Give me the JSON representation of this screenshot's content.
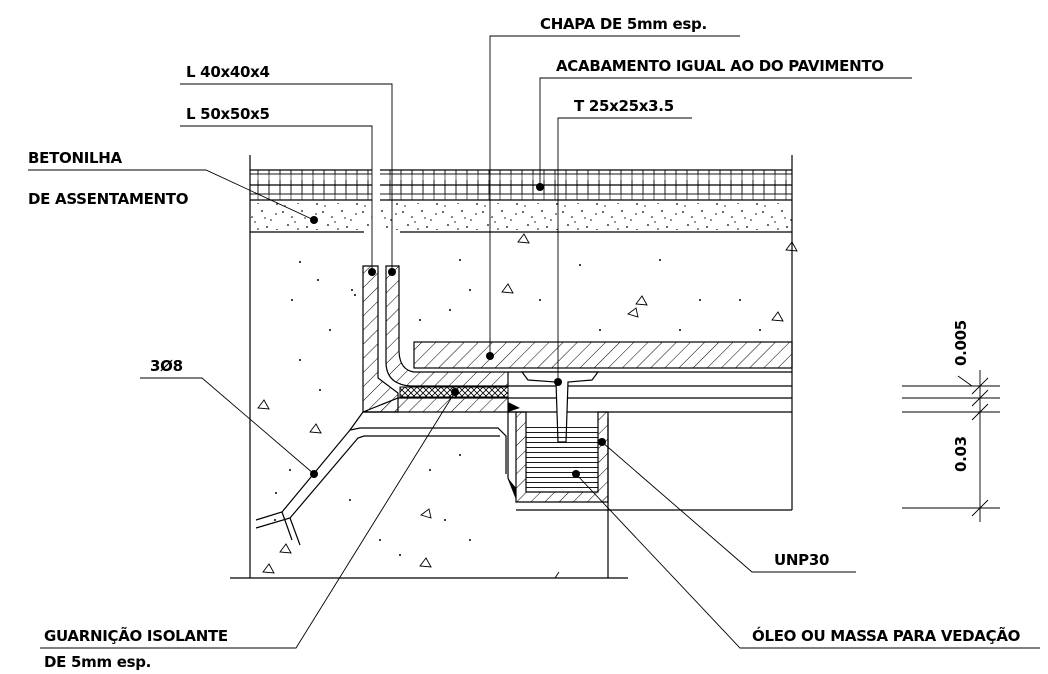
{
  "drawing": {
    "labels": {
      "chapa": "CHAPA DE 5mm esp.",
      "acabamento": "ACABAMENTO IGUAL AO DO PAVIMENTO",
      "l40": "L 40x40x4",
      "l50": "L 50x50x5",
      "t25": "T 25x25x3.5",
      "betonilha_1": "BETONILHA",
      "betonilha_2": "DE ASSENTAMENTO",
      "rebar": "3Ø8",
      "guarnicao_1": "GUARNIÇÃO ISOLANTE",
      "guarnicao_2": "DE 5mm esp.",
      "unp": "UNP30",
      "oleo": "ÓLEO OU MASSA PARA VEDAÇÃO"
    },
    "dimensions": {
      "top": "0.005",
      "bottom": "0.03"
    }
  }
}
